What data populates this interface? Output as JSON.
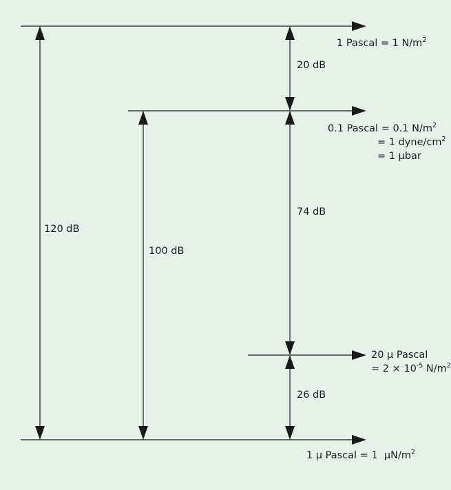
{
  "levels": {
    "top": {
      "main": "1 Pascal = 1 N/m",
      "sup": "2"
    },
    "mid": {
      "line1_main": "0.1 Pascal = 0.1 N/m",
      "line1_sup": "2",
      "line2_main": "= 1 dyne/cm",
      "line2_sup": "2",
      "line3": "= 1 µbar"
    },
    "low": {
      "line1": "20 µ Pascal",
      "line2_pre": "= 2 × 10",
      "line2_exp": "-5",
      "line2_post": " N/m",
      "line2_sup": "2"
    },
    "bottom": {
      "main": "1 µ Pascal = 1  µN/m",
      "sup": "2"
    }
  },
  "spans": {
    "total": "120 dB",
    "mid_to_bottom": "100 dB",
    "top_to_mid": "20 dB",
    "mid_to_low": "74 dB",
    "low_to_bottom": "26 dB"
  },
  "colors": {
    "background": "#e6f2e8",
    "ink": "#1a1a1a"
  }
}
